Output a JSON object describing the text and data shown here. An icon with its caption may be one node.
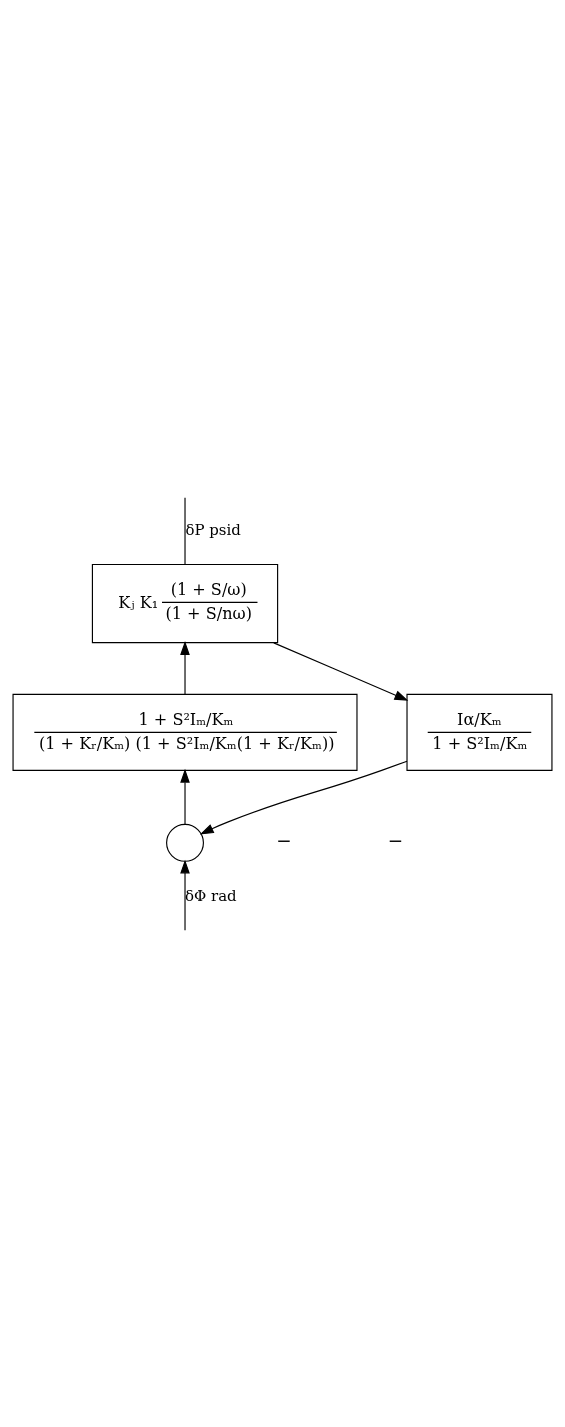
{
  "diagram": {
    "nodes": [
      {
        "text": [],
        "shape": "circle"
      },
      {
        "text": [
          "1 + S²Iₘ/Kₘ",
          "(1 + Kᵣ/Kₘ) (1 + S²Iₘ/Kₘ(1 + Kᵣ/Kₘ))"
        ]
      },
      {
        "text": [
          "Kⱼ K₁",
          "(1 + S/ω)",
          "(1 + S/nω)"
        ]
      },
      {
        "text": [
          "Iα/Kₘ",
          "1 + S²Iₘ/Kₘ"
        ]
      }
    ],
    "edges": [
      {
        "from": null,
        "to": 0,
        "arrow": "to",
        "label": "δΦ rad"
      },
      {
        "from": 0,
        "to": 1,
        "arrow": "to"
      },
      {
        "from": 1,
        "to": 2,
        "arrow": "to"
      },
      {
        "from": 2,
        "to": null,
        "arrow": "none",
        "label": "δP psid"
      },
      {
        "from": 2,
        "to": 3,
        "arrow": "to"
      },
      {
        "from": 3,
        "to": 0,
        "arrow": "to"
      }
    ],
    "labels": [
      "−",
      "−"
    ]
  }
}
